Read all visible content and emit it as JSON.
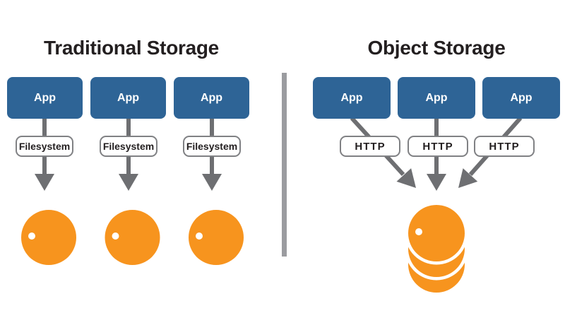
{
  "left": {
    "title": "Traditional Storage",
    "apps": [
      {
        "label": "App"
      },
      {
        "label": "App"
      },
      {
        "label": "App"
      }
    ],
    "pills": [
      {
        "label": "Filesystem"
      },
      {
        "label": "Filesystem"
      },
      {
        "label": "Filesystem"
      }
    ]
  },
  "right": {
    "title": "Object Storage",
    "apps": [
      {
        "label": "App"
      },
      {
        "label": "App"
      },
      {
        "label": "App"
      }
    ],
    "pills": [
      {
        "label": "HTTP"
      },
      {
        "label": "HTTP"
      },
      {
        "label": "HTTP"
      }
    ]
  },
  "colors": {
    "app_blue": "#2E6496",
    "disk_orange": "#F7941E",
    "connector_gray": "#6E6F72",
    "divider_gray": "#9B9CA0",
    "pill_border_gray": "#808184",
    "title_text": "#231F20",
    "app_text": "#FFFFFF",
    "white": "#FFFFFF"
  }
}
